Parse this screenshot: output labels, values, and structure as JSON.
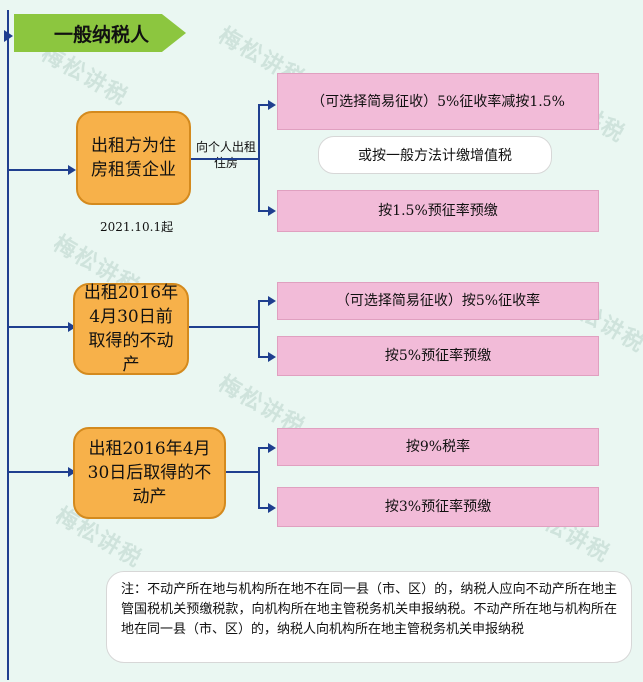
{
  "header": {
    "title": "一般纳税人"
  },
  "branches": [
    {
      "label": "出租方为住房租赁企业",
      "date": "2021.10.1起",
      "side_label": "向个人出租住房",
      "options": [
        "（可选择简易征收）5%征收率减按1.5%",
        "或按一般方法计缴增值税",
        "按1.5%预征率预缴"
      ]
    },
    {
      "label": "出租2016年4月30日前取得的不动产",
      "options": [
        "（可选择简易征收）按5%征收率",
        "按5%预征率预缴"
      ]
    },
    {
      "label": "出租2016年4月30日后取得的不动产",
      "options": [
        "按9%税率",
        "按3%预征率预缴"
      ]
    }
  ],
  "note": "注：不动产所在地与机构所在地不在同一县（市、区）的，纳税人应向不动产所在地主管国税机关预缴税款，向机构所在地主管税务机关申报纳税。不动产所在地与机构所在地在同一县（市、区）的，纳税人向机构所在地主管税务机关申报纳税",
  "watermark": "梅松讲税",
  "colors": {
    "background": "#eaf7f2",
    "banner": "#8cc63f",
    "branch_box": "#f7b14a",
    "result_box": "#f2bbd8",
    "connector": "#1f3f8f"
  }
}
